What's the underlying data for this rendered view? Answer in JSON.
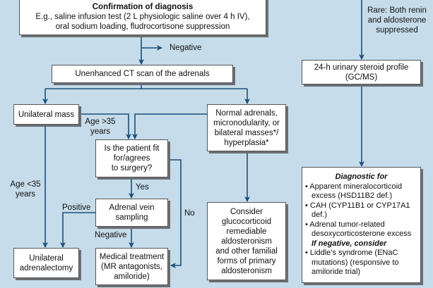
{
  "colors": {
    "background": "#c6dcea",
    "line": "#1b4f7a",
    "box": "#ffffff",
    "shadow": "#6b6f73"
  },
  "confirmation": {
    "title": "Confirmation of diagnosis",
    "line1": "E.g., saline infusion test (2 L physiologic saline over 4 h IV),",
    "line2": "oral sodium loading, fludrocortisone suppression"
  },
  "negative_top": "Negative",
  "ct": "Unenhanced CT scan of the adrenals",
  "unilateral_mass": "Unilateral mass",
  "normal": {
    "l1": "Normal adrenals,",
    "l2": "micronodularity, or",
    "l3": "bilateral masses*/",
    "l4": "hyperplasia*"
  },
  "age_gt": {
    "l1": "Age >35",
    "l2": "years"
  },
  "age_lt": {
    "l1": "Age <35",
    "l2": "years"
  },
  "fit": {
    "l1": "Is the patient fit",
    "l2": "for/agrees",
    "l3": "to surgery?"
  },
  "yes": "Yes",
  "no": "No",
  "positive": "Positive",
  "negative": "Negative",
  "avs": {
    "l1": "Adrenal vein",
    "l2": "sampling"
  },
  "adrenalectomy": {
    "l1": "Unilateral",
    "l2": "adrenalectomy"
  },
  "medical": {
    "l1": "Medical treatment",
    "l2": "(MR antagonists,",
    "l3": "amiloride)"
  },
  "consider": {
    "l1": "Consider",
    "l2": "glucocorticoid",
    "l3": "remediable",
    "l4": "aldosteronism",
    "l5": "and other familial",
    "l6": "forms of primary",
    "l7": "aldosteronism"
  },
  "rare": {
    "l1": "Rare: Both renin",
    "l2": "and aldosterone",
    "l3": "suppressed"
  },
  "urinary": {
    "l1": "24-h urinary steroid profile",
    "l2": "(GC/MS)"
  },
  "diagnostic": {
    "heading": "Diagnostic for",
    "items": [
      "• Apparent mineralocorticoid excess (HSD11B2 def.)",
      "• CAH (CYP11B1 or CYP17A1 def.)",
      "• Adrenal tumor-related desoxycorticosterone excess"
    ],
    "heading2": "If negative, consider",
    "items2": [
      "• Liddle’s syndrome (ENaC mutations) (responsive to amiloride trial)"
    ]
  }
}
